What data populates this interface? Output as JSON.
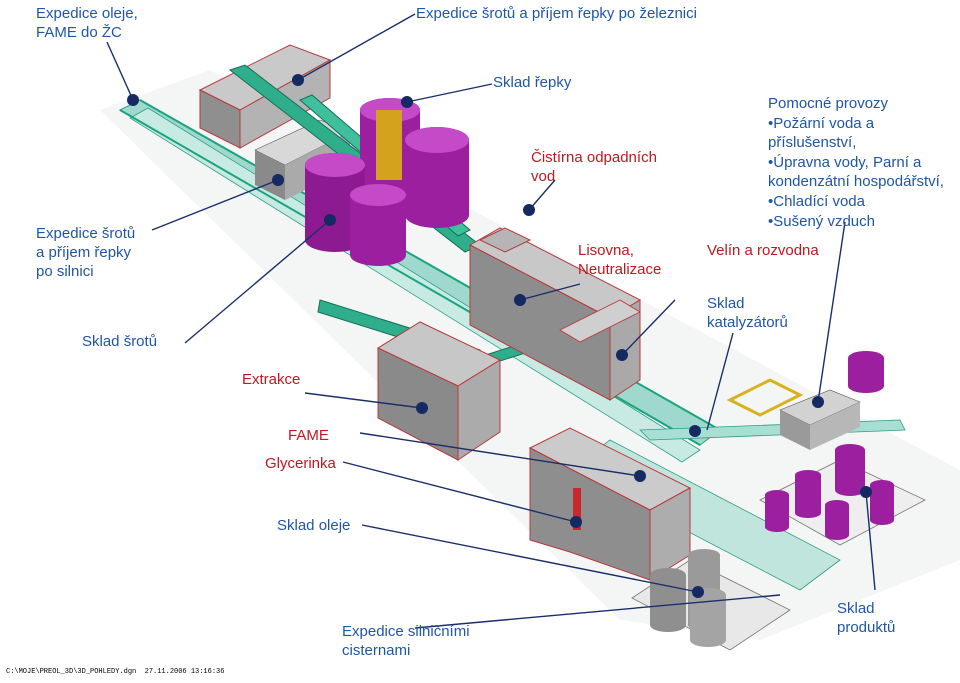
{
  "colors": {
    "label_blue": "#1f56a8",
    "label_red": "#c0181f",
    "label_dark": "#1a2f6a",
    "leader_line": "#1a2f6a",
    "marker_dot": "#152a63",
    "tank_magenta": "#9b1f9e",
    "building_grey": "#9a9a9a",
    "pipe_teal": "#1f9a7e"
  },
  "labels": {
    "expedice_oleje": "Expedice oleje,\nFAME do ŽC",
    "expedice_srotu_zeleznice": "Expedice šrotů a příjem řepky po železnici",
    "sklad_repky": "Sklad řepky",
    "cistirna": "Čistírna odpadních\nvod",
    "pomocne_provozy": "Pomocné provozy\n•Požární voda a\npříslušenství,\n•Úpravna vody, Parní a\nkondenzátní hospodářství,\n•Chladící voda\n•Sušený vzduch",
    "expedice_srotu_silnice": "Expedice šrotů\na příjem řepky\npo silnici",
    "lisovna": "Lisovna,\nNeutralizace",
    "velin": "Velín a rozvodna",
    "sklad_katalyzatoru": "Sklad\nkatalyzátorů",
    "sklad_srotu": "Sklad šrotů",
    "extrakce": "Extrakce",
    "fame": "FAME",
    "glycerinka": "Glycerinka",
    "sklad_oleje": "Sklad oleje",
    "sklad_produktu": "Sklad\nproduktů",
    "expedice_silnicnimi": "Expedice silničními\ncisternami"
  },
  "footer": "C:\\MOJE\\PREOL_3D\\3D_POHLEDY.dgn  27.11.2006 13:16:36"
}
